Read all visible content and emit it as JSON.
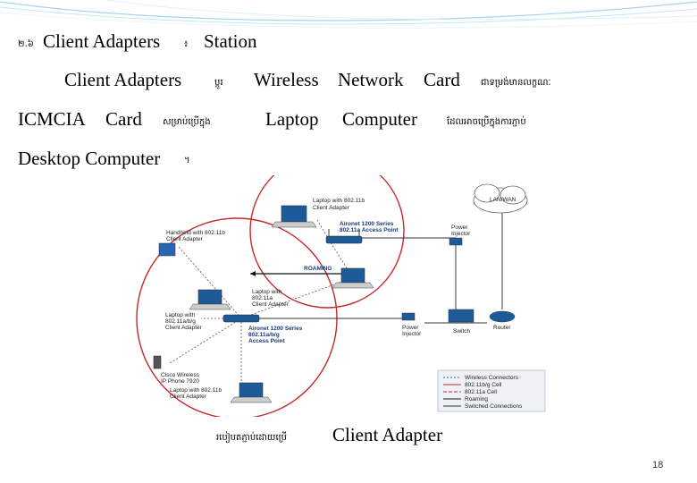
{
  "slide": {
    "line1": {
      "num": "២.៦",
      "a": "Client Adapters",
      "b": "៖",
      "c": "Station"
    },
    "line2": {
      "a": "Client Adapters",
      "b": "ប្តូរ",
      "c": "Wireless",
      "d": "Network",
      "e": "Card",
      "f": "ជាទម្រង់មានលក្ខណៈ"
    },
    "line3": {
      "a": "ICMCIA",
      "b": "Card",
      "c": "សម្រាប់ប្រើក្នុង",
      "d": "Laptop",
      "e": "Computer",
      "f": "ដែលអាចប្រើក្នុងការភ្ជាប់"
    },
    "line4": {
      "a": "Desktop Computer",
      "b": "។"
    },
    "caption": {
      "a": "របៀបតភ្ជាប់ដោយប្រើ",
      "b": "Client Adapter"
    },
    "page_number": "18"
  },
  "diagram": {
    "lan_wan": "LAN/WAN",
    "laptop_top": [
      "Laptop with 802.11b",
      "Client Adapter"
    ],
    "ap_top": [
      "Aironet 1200 Series",
      "802.11a Access Point"
    ],
    "handheld": [
      "Handheld with 802.11b",
      "Client Adapter"
    ],
    "power_injector_top": [
      "Power",
      "Injector"
    ],
    "roaming": "ROAMING",
    "laptop_mid": [
      "Laptop with",
      "802.11a",
      "Client Adapter"
    ],
    "laptop_left": [
      "Laptop with",
      "802.11a/b/g",
      "Client Adapter"
    ],
    "ap_mid": [
      "Aironet 1200 Series",
      "802.11a/b/g",
      "Access Point"
    ],
    "power_injector_bottom": [
      "Power",
      "Injector"
    ],
    "switch": "Switch",
    "router": "Router",
    "phone": [
      "Cisco Wireless",
      "IP Phone 7920"
    ],
    "laptop_bottom": [
      "Laptop with 802.11b",
      "Client Adapter"
    ],
    "legend": [
      "Wireless Connectors",
      "802.11b/g Cell",
      "802.11a Cell",
      "Roaming",
      "Switched Connections"
    ]
  }
}
